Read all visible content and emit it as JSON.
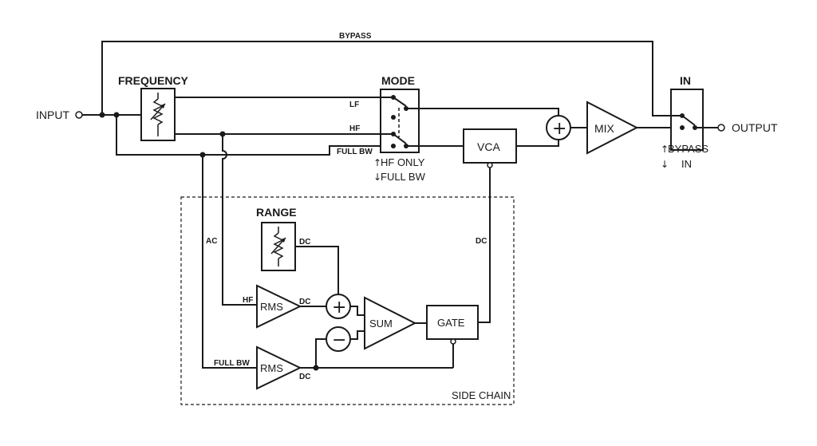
{
  "labels": {
    "input": "INPUT",
    "output": "OUTPUT",
    "bypass": "BYPASS",
    "frequency": "FREQUENCY",
    "mode": "MODE",
    "in": "IN",
    "lf": "LF",
    "hf": "HF",
    "full_bw": "FULL BW",
    "vca": "VCA",
    "mix": "MIX",
    "plus": "+",
    "minus": "−",
    "hf_only": "HF ONLY",
    "full_bw_mode": "FULL BW",
    "bypass_sw": "BYPASS",
    "in_sw": "IN",
    "range": "RANGE",
    "dc": "DC",
    "ac": "AC",
    "rms": "RMS",
    "sum": "SUM",
    "gate": "GATE",
    "side_chain": "SIDE CHAIN"
  }
}
